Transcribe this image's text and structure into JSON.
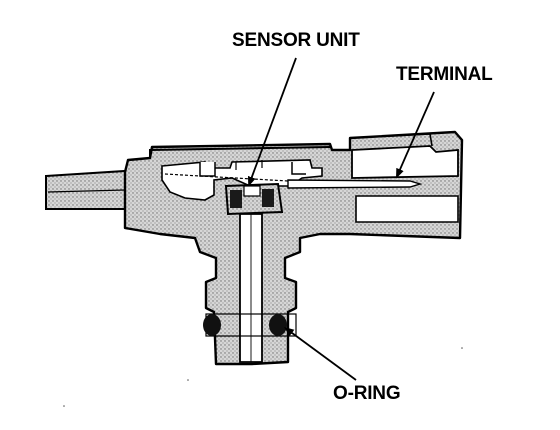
{
  "labels": {
    "sensor_unit": "SENSOR UNIT",
    "terminal": "TERMINAL",
    "o_ring": "O-RING"
  },
  "colors": {
    "hatch": "#8a8a8a",
    "body_fill": "#c9c9c9",
    "line": "#000000",
    "background": "#ffffff"
  }
}
